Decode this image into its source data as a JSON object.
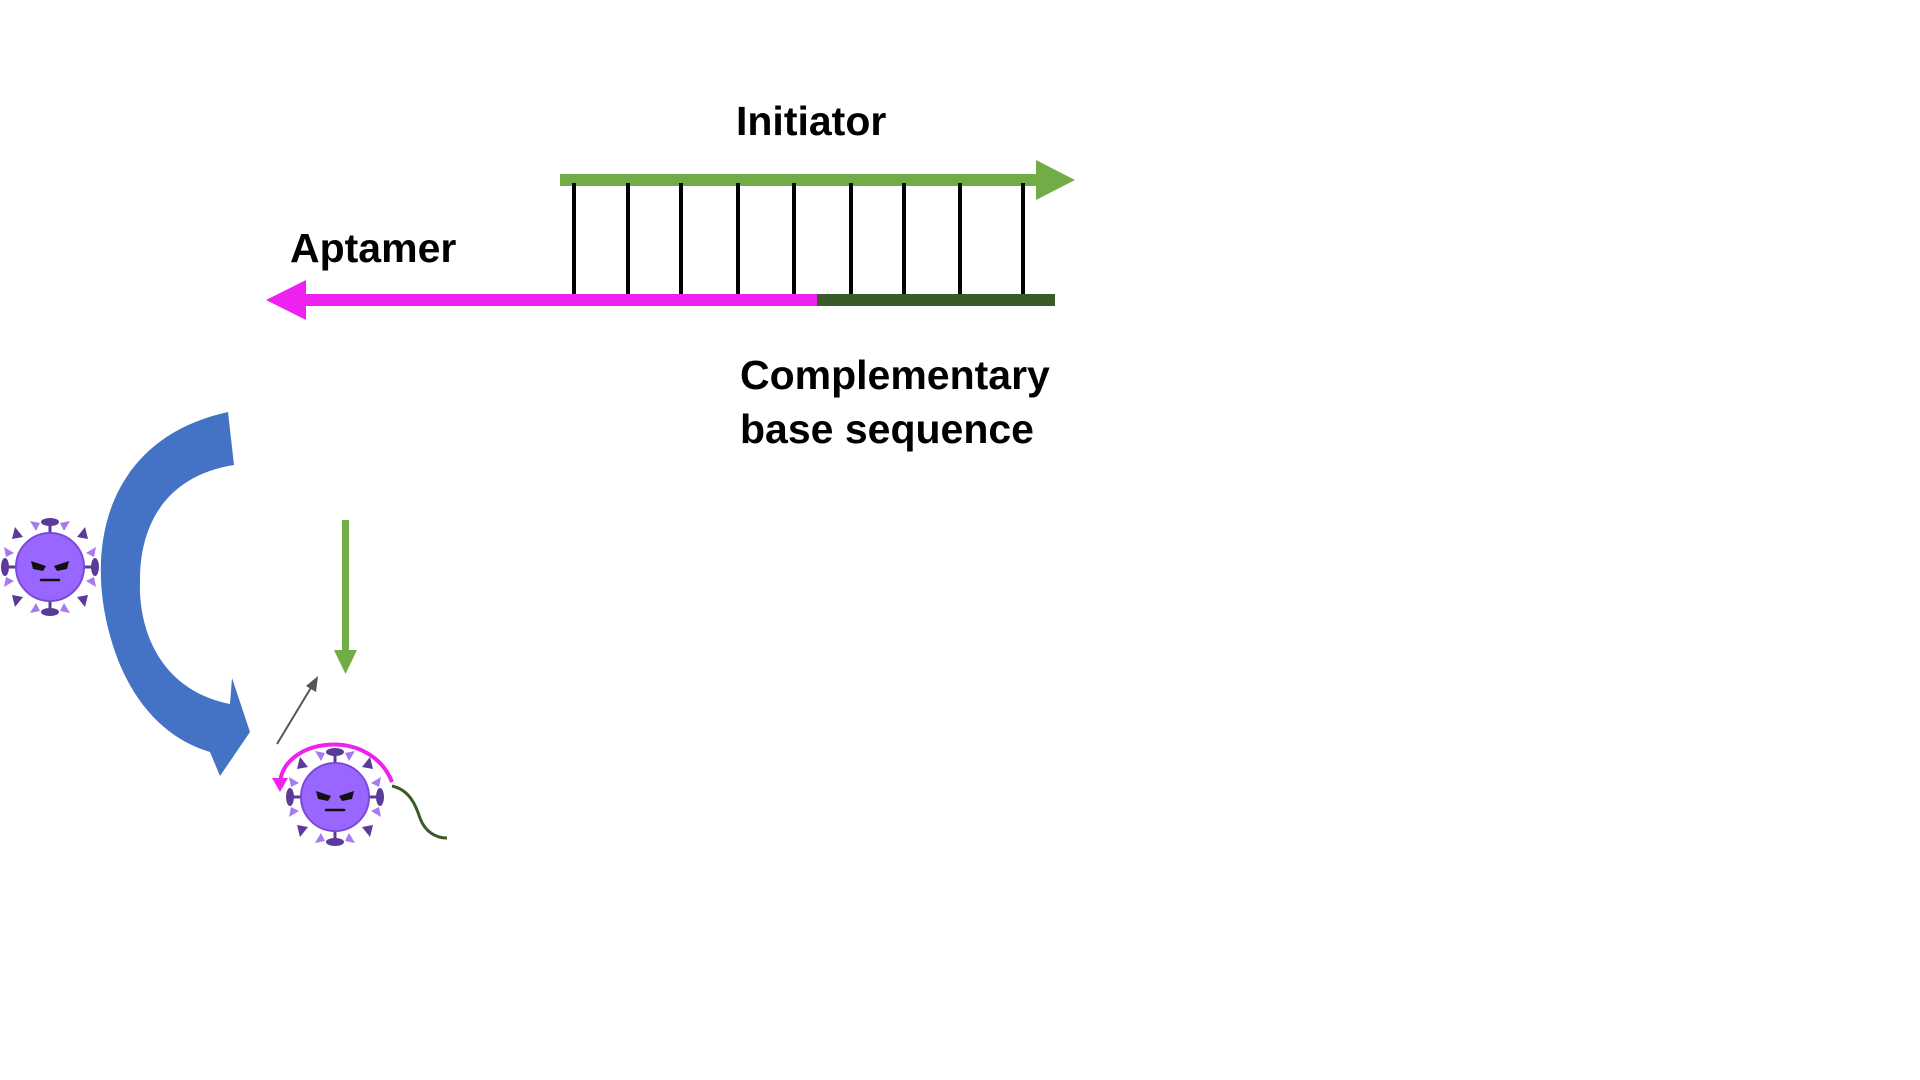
{
  "labels": {
    "initiator": "Initiator",
    "aptamer": "Aptamer",
    "complementary_line1": "Complementary",
    "complementary_line2": "base sequence"
  },
  "colors": {
    "initiator_strand": "#70ad47",
    "aptamer_strand": "#ee22ee",
    "complementary_strand": "#3b5a2a",
    "base_pair": "#000000",
    "curved_arrow": "#4472c4",
    "virus_body": "#9966ff",
    "virus_spike_dark": "#5b3a99",
    "virus_spike_light": "#a77bf0",
    "pointer_arrow": "#555555"
  },
  "icons": {
    "virus_free": "virus-icon",
    "virus_bound": "virus-icon"
  }
}
